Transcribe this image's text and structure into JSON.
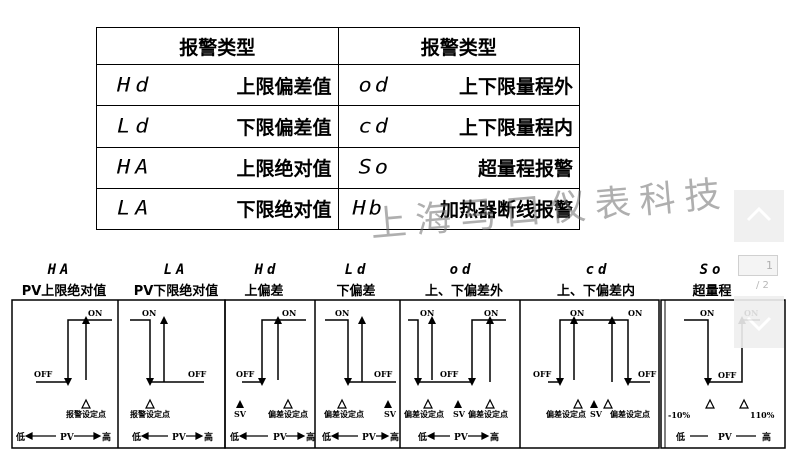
{
  "table": {
    "header_left": "报警类型",
    "header_right": "报警类型",
    "rows": [
      {
        "code_left": "Hd",
        "desc_left": "上限偏差值",
        "code_right": "od",
        "desc_right": "上下限量程外"
      },
      {
        "code_left": "Ld",
        "desc_left": "下限偏差值",
        "code_right": "cd",
        "desc_right": "上下限量程内"
      },
      {
        "code_left": "HA",
        "desc_left": "上限绝对值",
        "code_right": "So",
        "desc_right": "超量程报警"
      },
      {
        "code_left": "LA",
        "desc_left": "下限绝对值",
        "code_right": "Hb",
        "desc_right": "加热器断线报警"
      }
    ]
  },
  "watermark": "上海马口仪表科技",
  "pager": {
    "current": "1",
    "total": "/ 2"
  },
  "sections": [
    {
      "code": "HA",
      "title": "PV上限绝对值"
    },
    {
      "code": "LA",
      "title": "PV下限绝对值"
    },
    {
      "code": "Hd",
      "title": "上偏差"
    },
    {
      "code": "Ld",
      "title": "下偏差"
    },
    {
      "code": "od",
      "title": "上、下偏差外"
    },
    {
      "code": "cd",
      "title": "上、下偏差内"
    },
    {
      "code": "So",
      "title": "超量程"
    }
  ],
  "diagram_labels": {
    "on": "ON",
    "off": "OFF",
    "alarm_set_point": "报警设定点",
    "deviation_set_point": "偏差设定点",
    "sv": "SV",
    "pv_axis_low": "低",
    "pv_axis_mid": "PV",
    "pv_axis_high": "高",
    "minus_10": "-10%",
    "plus_110": "110%"
  }
}
